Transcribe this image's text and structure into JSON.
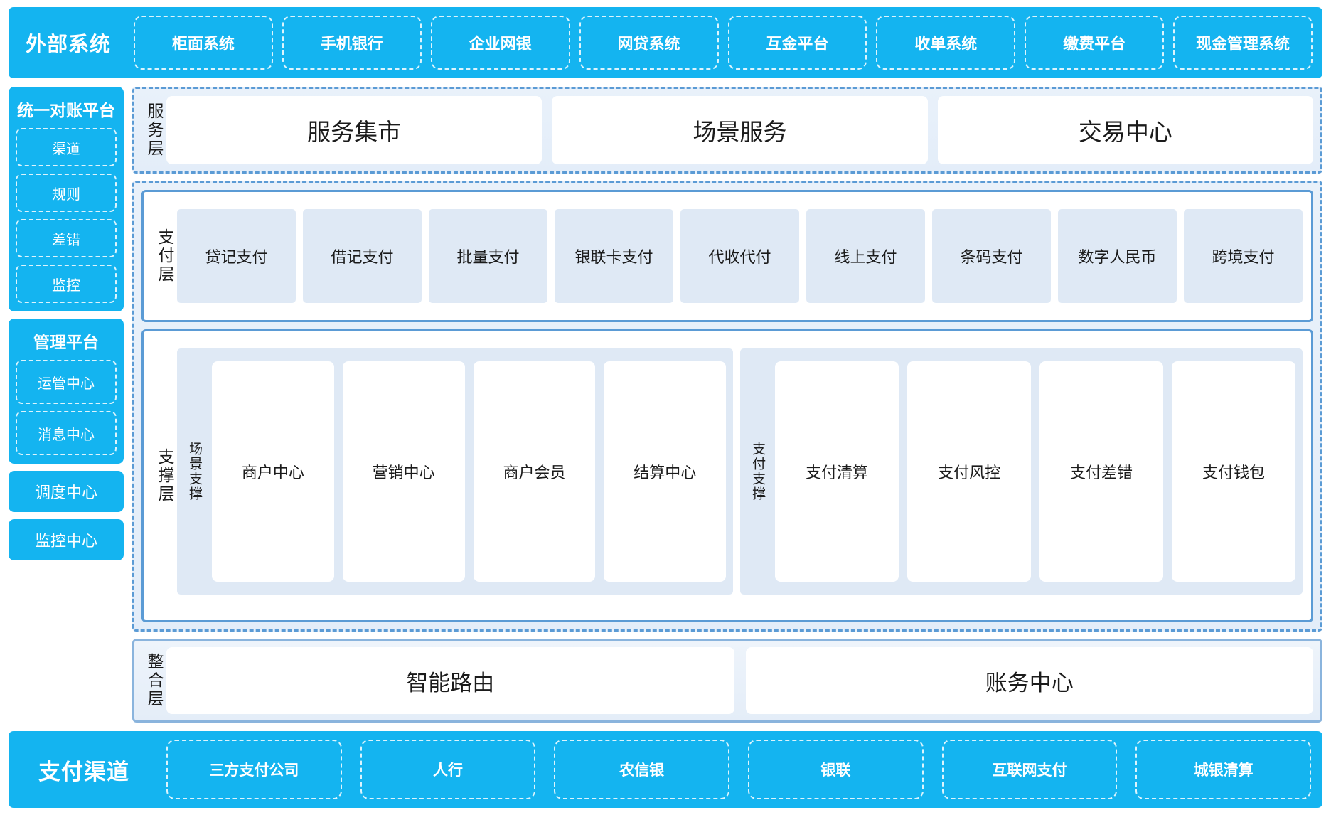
{
  "external": {
    "title": "外部系统",
    "items": [
      "柜面系统",
      "手机银行",
      "企业网银",
      "网贷系统",
      "互金平台",
      "收单系统",
      "缴费平台",
      "现金管理系统"
    ]
  },
  "left_rail": {
    "reconciliation": {
      "title": "统一对账平台",
      "items": [
        "渠道",
        "规则",
        "差错",
        "监控"
      ]
    },
    "management": {
      "title": "管理平台",
      "items": [
        "运管中心",
        "消息中心"
      ]
    },
    "standalone": [
      "调度中心",
      "监控中心"
    ]
  },
  "service_layer": {
    "label": "服务层",
    "items": [
      "服务集市",
      "场景服务",
      "交易中心"
    ]
  },
  "pay_layer": {
    "label": "支付层",
    "items": [
      "贷记支付",
      "借记支付",
      "批量支付",
      "银联卡支付",
      "代收代付",
      "线上支付",
      "条码支付",
      "数字人民币",
      "跨境支付"
    ]
  },
  "support_layer": {
    "label": "支撑层",
    "groups": [
      {
        "label": "场景支撑",
        "items": [
          "商户中心",
          "营销中心",
          "商户会员",
          "结算中心"
        ]
      },
      {
        "label": "支付支撑",
        "items": [
          "支付清算",
          "支付风控",
          "支付差错",
          "支付钱包"
        ]
      }
    ]
  },
  "integration_layer": {
    "label": "整合层",
    "items": [
      "智能路由",
      "账务中心"
    ]
  },
  "payment_channel": {
    "title": "支付渠道",
    "items": [
      "三方支付公司",
      "人行",
      "农信银",
      "银联",
      "互联网支付",
      "城银清算"
    ]
  },
  "colors": {
    "brand_blue": "#14b4f0",
    "border_blue": "#5b9bd5",
    "tile_blue": "#dfe9f5",
    "zone_bg": "#e9f1fa"
  }
}
